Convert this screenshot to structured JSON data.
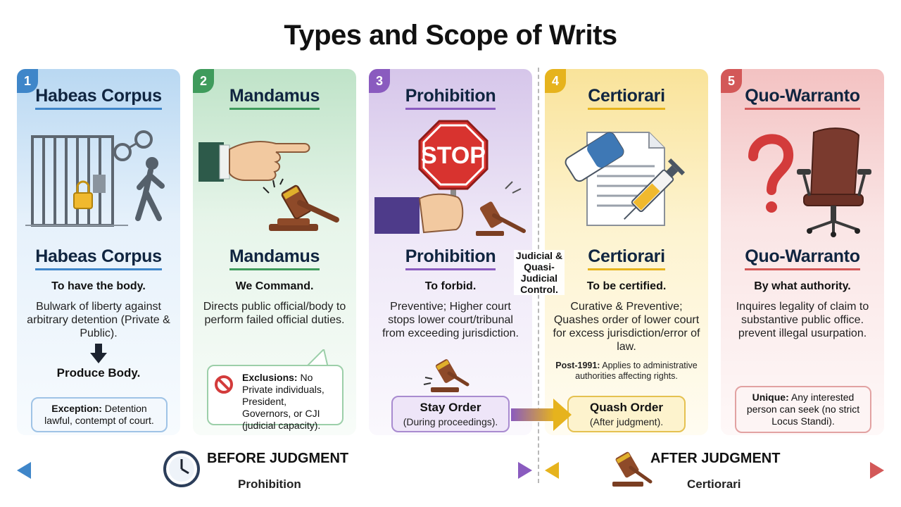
{
  "title": "Types and Scope of Writs",
  "cards": [
    {
      "number": "1",
      "name": "Habeas Corpus",
      "meaning": "To have the body.",
      "description": "Bulwark of liberty against arbitrary detention (Private & Public).",
      "result": "Produce Body.",
      "note_label": "Exception:",
      "note_text": " Detention lawful, contempt of court."
    },
    {
      "number": "2",
      "name": "Mandamus",
      "meaning": "We Command.",
      "description": "Directs public official/body to perform failed official duties.",
      "note_label": "Exclusions:",
      "note_text": " No Private individuals, President, Governors, or CJI (judicial capacity)."
    },
    {
      "number": "3",
      "name": "Prohibition",
      "meaning": "To forbid.",
      "description": "Preventive; Higher court stops lower court/tribunal from exceeding jurisdiction.",
      "sign_text": "STOP",
      "order_label": "Stay Order",
      "order_sub": "(During proceedings)."
    },
    {
      "number": "4",
      "name": "Certiorari",
      "meaning": "To be certified.",
      "description": "Curative & Preventive; Quashes order of lower court for excess jurisdiction/error of law.",
      "extra_label": "Post-1991:",
      "extra_text": " Applies to administrative authorities affecting rights.",
      "order_label": "Quash Order",
      "order_sub": "(After judgment)."
    },
    {
      "number": "5",
      "name": "Quo-Warranto",
      "meaning": "By what authority.",
      "description": "Inquires legality of claim to substantive public office. prevent illegal usurpation.",
      "note_label": "Unique:",
      "note_text": " Any interested person can seek (no strict Locus Standi)."
    }
  ],
  "divider_label": "Judicial & Quasi-Judicial Control.",
  "timeline": {
    "before_label": "BEFORE JUDGMENT",
    "before_sub": "Prohibition",
    "after_label": "AFTER JUDGMENT",
    "after_sub": "Certiorari"
  },
  "icons": [
    "jail-icon",
    "handcuffs-icon",
    "lock-icon",
    "walking-person-icon",
    "pointing-hand-icon",
    "gavel-icon",
    "stop-sign-icon",
    "eraser-icon",
    "document-icon",
    "syringe-icon",
    "question-mark-icon",
    "office-chair-icon",
    "clock-icon",
    "arrow-down-icon",
    "prohibited-icon"
  ],
  "colors": {
    "habeas": "#3f86c9",
    "mandamus": "#3f9b5c",
    "prohibition": "#8a5bbf",
    "certiorari": "#e6b31d",
    "quo_warranto": "#d35858"
  }
}
